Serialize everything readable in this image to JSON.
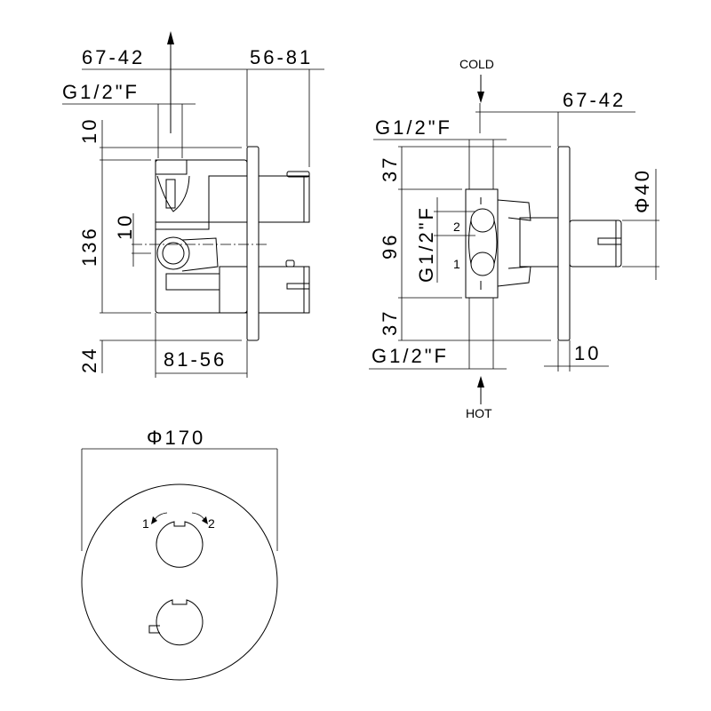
{
  "side_view": {
    "dim_depth_left": "67-42",
    "dim_knob": "56-81",
    "dim_thread": "G1/2\"F",
    "dim_top": "10",
    "dim_height": "136",
    "dim_offset": "10",
    "dim_bottom": "24",
    "dim_body": "81-56"
  },
  "front_section_view": {
    "cold_label": "COLD",
    "hot_label": "HOT",
    "dim_depth": "67-42",
    "dim_thread_top": "G1/2\"F",
    "dim_thread_side": "G1/2\"F",
    "dim_thread_bottom": "G1/2\"F",
    "dim_upper": "37",
    "dim_middle": "96",
    "dim_lower": "37",
    "dim_knob_dia": "Φ40",
    "dim_plate": "10",
    "outlet_2": "2",
    "outlet_1": "1"
  },
  "plate_view": {
    "dim_diameter": "Φ170",
    "position_1": "1",
    "position_2": "2"
  }
}
